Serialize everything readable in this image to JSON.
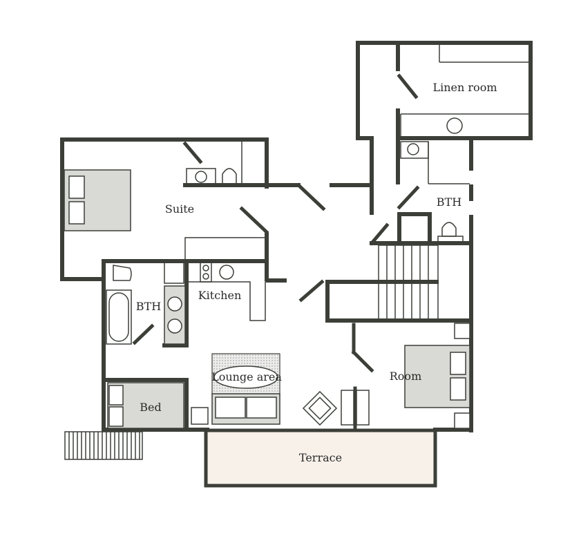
{
  "labels": {
    "linen_room": "Linen room",
    "suite": "Suite",
    "bth_right": "BTH",
    "bth_left": "BTH",
    "kitchen": "Kitchen",
    "lounge_area": "Lounge area",
    "room": "Room",
    "bed": "Bed",
    "terrace": "Terrace"
  },
  "colors": {
    "wall": "#3b3f38",
    "furniture": "#d9d9d5",
    "terrace_fill": "#f7f1ea",
    "rug_fill": "#e6e6e0"
  }
}
